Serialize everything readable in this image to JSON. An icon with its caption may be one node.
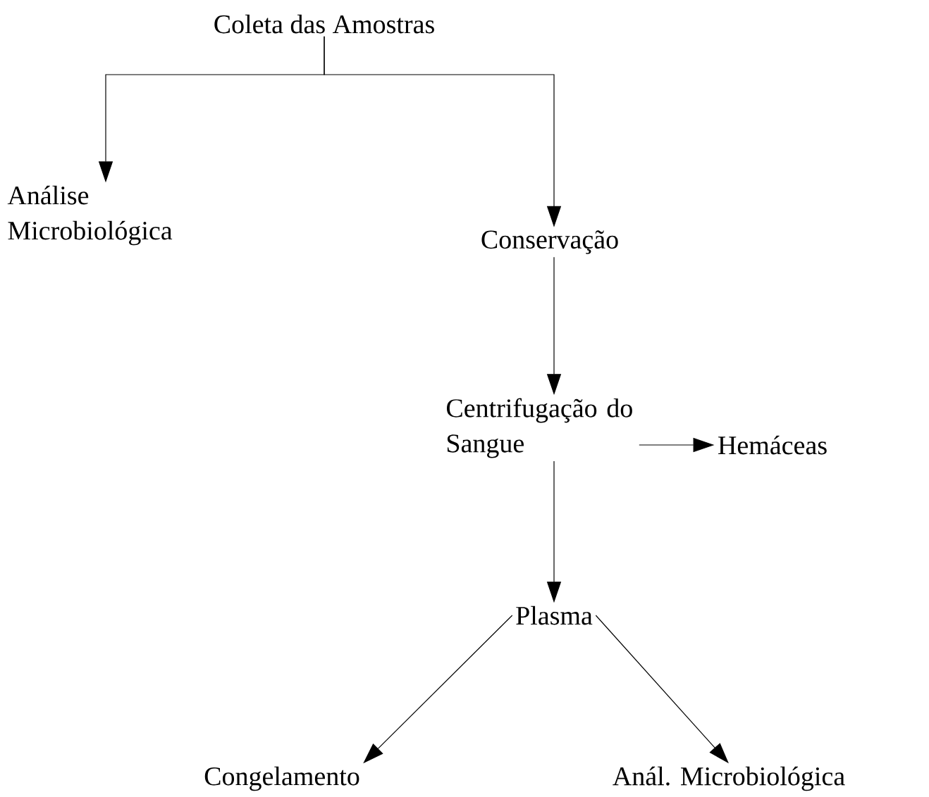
{
  "diagram": {
    "nodes": [
      {
        "text": [
          "Coleta das Amostras"
        ]
      },
      {
        "text": [
          "Análise Microbiológica"
        ]
      },
      {
        "text": [
          "Conservação"
        ]
      },
      {
        "text": [
          "Centrifugação do Sangue"
        ]
      },
      {
        "text": [
          "Hemáceas"
        ]
      },
      {
        "text": [
          "Plasma"
        ]
      },
      {
        "text": [
          "Congelamento"
        ]
      },
      {
        "text": [
          "Anál. Microbiológica"
        ]
      }
    ],
    "edges": [
      {
        "from": 0,
        "to": 1,
        "arrow": "to"
      },
      {
        "from": 0,
        "to": 2,
        "arrow": "to"
      },
      {
        "from": 2,
        "to": 3,
        "arrow": "to"
      },
      {
        "from": 3,
        "to": 4,
        "arrow": "to"
      },
      {
        "from": 3,
        "to": 5,
        "arrow": "to"
      },
      {
        "from": 5,
        "to": 6,
        "arrow": "to"
      },
      {
        "from": 5,
        "to": 7,
        "arrow": "to"
      }
    ]
  }
}
